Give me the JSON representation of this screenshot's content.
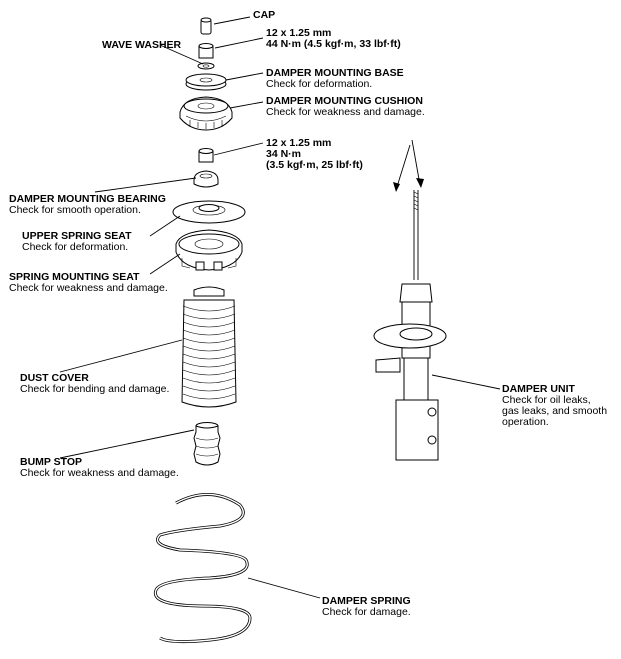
{
  "labels": {
    "cap": {
      "title": "CAP"
    },
    "wave_washer": {
      "title": "WAVE WASHER"
    },
    "spec_top": {
      "line1": "12 x 1.25 mm",
      "line2": "44 N·m (4.5 kgf·m, 33 lbf·ft)"
    },
    "damper_mounting_base": {
      "title": "DAMPER MOUNTING BASE",
      "desc": "Check for deformation."
    },
    "damper_mounting_cushion": {
      "title": "DAMPER MOUNTING CUSHION",
      "desc": "Check for weakness and damage."
    },
    "spec_mid": {
      "line1": "12 x 1.25 mm",
      "line2": "34 N·m",
      "line3": "(3.5 kgf·m, 25 lbf·ft)"
    },
    "damper_mounting_bearing": {
      "title": "DAMPER MOUNTING BEARING",
      "desc": "Check for smooth operation."
    },
    "upper_spring_seat": {
      "title": "UPPER SPRING SEAT",
      "desc": "Check for deformation."
    },
    "spring_mounting_seat": {
      "title": "SPRING MOUNTING SEAT",
      "desc": "Check for weakness and damage."
    },
    "dust_cover": {
      "title": "DUST COVER",
      "desc": "Check for bending and damage."
    },
    "bump_stop": {
      "title": "BUMP STOP",
      "desc": "Check for weakness and damage."
    },
    "damper_unit": {
      "title": "DAMPER UNIT",
      "desc1": "Check for oil leaks,",
      "desc2": "gas leaks, and smooth",
      "desc3": "operation."
    },
    "damper_spring": {
      "title": "DAMPER SPRING",
      "desc": "Check for damage."
    }
  }
}
